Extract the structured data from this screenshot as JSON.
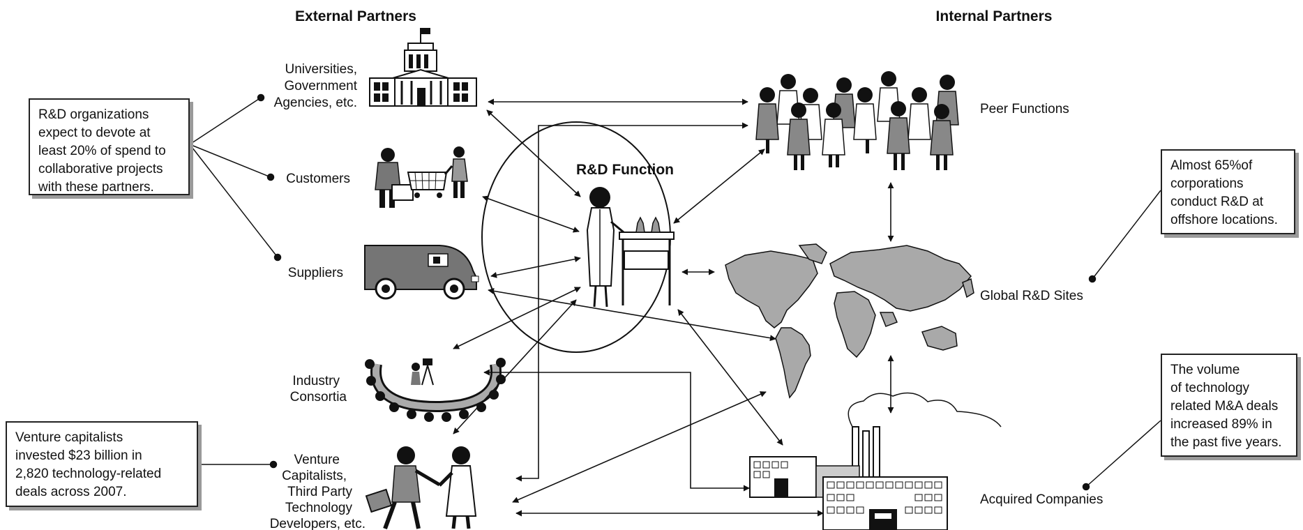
{
  "headers": {
    "external": "External Partners",
    "internal": "Internal Partners"
  },
  "center": {
    "title": "R&D Function"
  },
  "external_partners": [
    {
      "id": "universities",
      "lines": [
        "Universities,",
        "Government",
        "Agencies, etc."
      ],
      "icon": "government-building-icon"
    },
    {
      "id": "customers",
      "lines": [
        "Customers"
      ],
      "icon": "shopping-cart-people-icon"
    },
    {
      "id": "suppliers",
      "lines": [
        "Suppliers"
      ],
      "icon": "delivery-truck-icon"
    },
    {
      "id": "consortia",
      "lines": [
        "Industry",
        "Consortia"
      ],
      "icon": "conference-table-icon"
    },
    {
      "id": "venture",
      "lines": [
        "Venture",
        "Capitalists,",
        "Third Party",
        "Technology",
        "Developers, etc."
      ],
      "icon": "handshake-icon"
    }
  ],
  "internal_partners": [
    {
      "id": "peer",
      "label": "Peer Functions",
      "icon": "people-group-icon"
    },
    {
      "id": "global",
      "label": "Global R&D Sites",
      "icon": "world-map-icon"
    },
    {
      "id": "acquired",
      "label": "Acquired Companies",
      "icon": "factory-icon"
    }
  ],
  "callouts": {
    "rd_spend": [
      "R&D organizations",
      "expect to devote at",
      "least 20% of spend to",
      "collaborative projects",
      "with these partners."
    ],
    "venture": [
      "Venture capitalists",
      "invested $23 billion in",
      "2,820 technology-related",
      "deals across 2007."
    ],
    "offshore": [
      "Almost 65%of",
      "corporations",
      "conduct R&D at",
      "offshore locations."
    ],
    "mna": [
      "The volume",
      "of technology",
      "related M&A deals",
      "increased 89% in",
      "the past five years."
    ]
  },
  "colors": {
    "ink": "#111111",
    "fill_gray": "#a8a8a8",
    "dark_gray": "#6e6e6e",
    "shadow": "#9a9a9a"
  }
}
